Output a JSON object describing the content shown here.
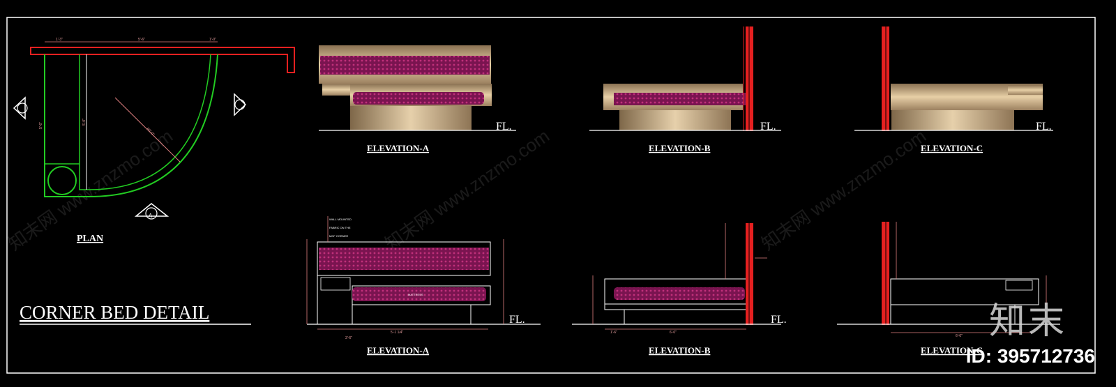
{
  "sheet_title": "CORNER BED DETAIL",
  "plan_label": "PLAN",
  "elevations_top": [
    "ELEVATION-A",
    "ELEVATION-B",
    "ELEVATION-C"
  ],
  "elevations_bottom": [
    "ELEVATION-A",
    "ELEVATION-B",
    "ELEVATION-C"
  ],
  "floor_label": "FL.",
  "view_marker": "A",
  "mattress_label": "MATTRESS",
  "watermark": "知末网 www.znzmo.com",
  "brand": "知末",
  "image_id": "ID: 395712736",
  "colors": {
    "frame": "#ffffff",
    "plan_outline": "#22cc22",
    "headboard_red": "#e52020",
    "mattress": "#8a1858",
    "wood_tan": "#c9a87a",
    "dimension": "#e08080"
  }
}
